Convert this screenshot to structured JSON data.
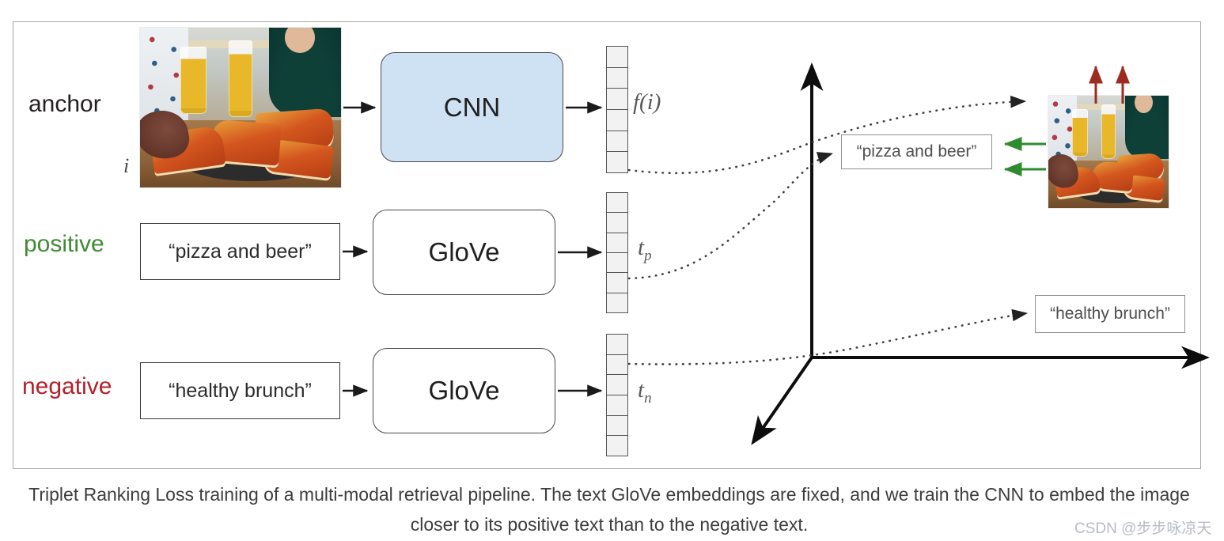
{
  "figure": {
    "caption_line_1": "Triplet Ranking Loss training of a multi-modal retrieval pipeline. The text GloVe embeddings are fixed, and we train the CNN to",
    "caption_line_2": "embed the image closer to its positive text than to the negative text."
  },
  "watermark": {
    "text": "CSDN @步步咏凉天"
  },
  "rows": {
    "anchor": {
      "label": "anchor",
      "label_color": "#231f20",
      "symbol": "i",
      "input_type": "image",
      "encoder": "CNN",
      "encoder_fill": "#cfe2f3",
      "embedding_label": "f(i)",
      "embedding_cells": 6
    },
    "positive": {
      "label": "positive",
      "label_color": "#3f8a33",
      "input_type": "text",
      "input_text": "“pizza and beer”",
      "encoder": "GloVe",
      "encoder_fill": "#ffffff",
      "embedding_label_base": "t",
      "embedding_label_sub": "p",
      "embedding_cells": 6
    },
    "negative": {
      "label": "negative",
      "label_color": "#b5202c",
      "input_type": "text",
      "input_text": "“healthy brunch”",
      "encoder": "GloVe",
      "encoder_fill": "#ffffff",
      "embedding_label_base": "t",
      "embedding_label_sub": "n",
      "embedding_cells": 6
    }
  },
  "embedding_space": {
    "axes": {
      "count": 3,
      "style": "3d-axes-arrows",
      "color": "#0d0d0d"
    },
    "points": [
      {
        "name": "anchor-image-point",
        "kind": "image",
        "source_row": "anchor"
      },
      {
        "name": "positive-text-point",
        "kind": "text",
        "text": "“pizza and beer”"
      },
      {
        "name": "negative-text-point",
        "kind": "text",
        "text": "“healthy brunch”"
      }
    ],
    "pull_arrows": {
      "count": 2,
      "direction": "left",
      "color": "#2e8b2e",
      "meaning": "pull image embedding toward positive text"
    },
    "push_arrows": {
      "count": 2,
      "direction": "up",
      "color": "#9e2b20",
      "meaning": "push image embedding away from negative text"
    }
  },
  "colors": {
    "frame_border": "#a8a8a8",
    "cnn_fill": "#cfe2f3",
    "box_border": "#3a3a3a",
    "vector_cell": "#f1f1f1",
    "dotted_line": "#4a4a4a",
    "positive_green": "#3f8a33",
    "negative_red": "#b5202c",
    "arrow_green": "#2e8b2e",
    "arrow_red": "#9e2b20"
  }
}
